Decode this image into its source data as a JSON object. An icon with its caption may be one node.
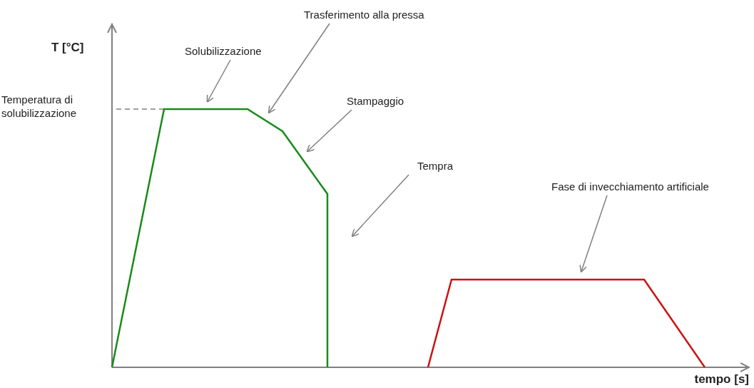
{
  "diagram": {
    "nodes": [
      {
        "text": [
          "Solubilizzazione"
        ]
      },
      {
        "text": [
          "Trasferimento alla pressa"
        ]
      },
      {
        "text": [
          "Stampaggio"
        ]
      },
      {
        "text": [
          "Tempra"
        ]
      },
      {
        "text": [
          "Fase di invecchiamento artificiale"
        ]
      },
      {
        "text": [],
        "shape": "line"
      },
      {
        "text": [],
        "shape": "line"
      }
    ],
    "edges": [
      {
        "from": 0,
        "to": 5,
        "arrow": "to"
      },
      {
        "from": 1,
        "to": 5,
        "arrow": "to"
      },
      {
        "from": 2,
        "to": 5,
        "arrow": "to"
      },
      {
        "from": 3,
        "to": null,
        "arrow": "to"
      },
      {
        "from": 4,
        "to": 6,
        "arrow": "to"
      }
    ],
    "labels": [
      "T [°C]",
      "Temperatura di solubilizzazione",
      "tempo [s]"
    ]
  }
}
